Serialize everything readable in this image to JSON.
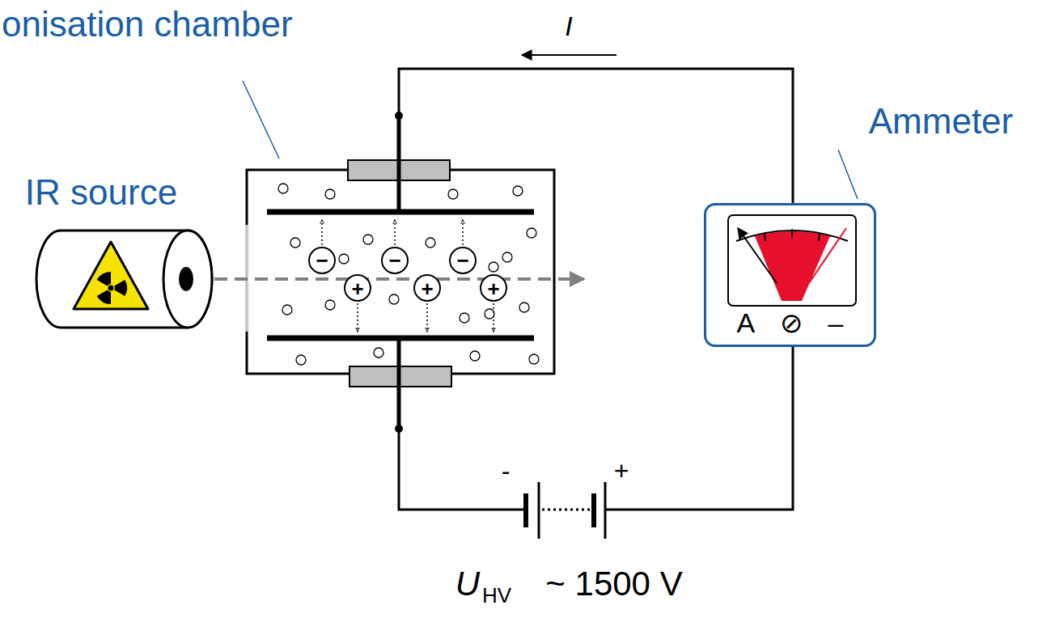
{
  "diagram": {
    "nodes": [
      {
        "text": [
          "A",
          "⊘",
          "–"
        ]
      }
    ],
    "labels": [
      "onisation chamber",
      "I",
      "IR source",
      "Ammeter",
      "−",
      "−",
      "−",
      "+",
      "+",
      "+",
      "-",
      "+",
      "U",
      "HV",
      "~ 1500 V"
    ]
  }
}
